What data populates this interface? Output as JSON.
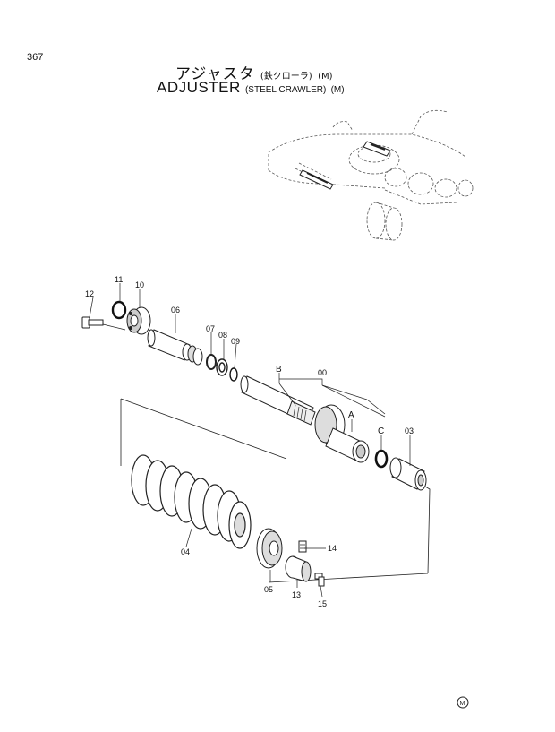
{
  "page_number": "367",
  "title_jp": {
    "main": "アジャスタ",
    "sub": "(鉄クローラ)",
    "suffix": "(M)"
  },
  "title_en": {
    "main": "ADJUSTER",
    "sub": "(STEEL CRAWLER)",
    "suffix": "(M)"
  },
  "labels": {
    "p11": "11",
    "p10": "10",
    "p12": "12",
    "p06": "06",
    "p07": "07",
    "p08": "08",
    "p09": "09",
    "pB": "B",
    "p00": "00",
    "pA": "A",
    "pC": "C",
    "p03": "03",
    "p04": "04",
    "p05": "05",
    "p14": "14",
    "p13": "13",
    "p15": "15"
  },
  "footer_mark": "M"
}
